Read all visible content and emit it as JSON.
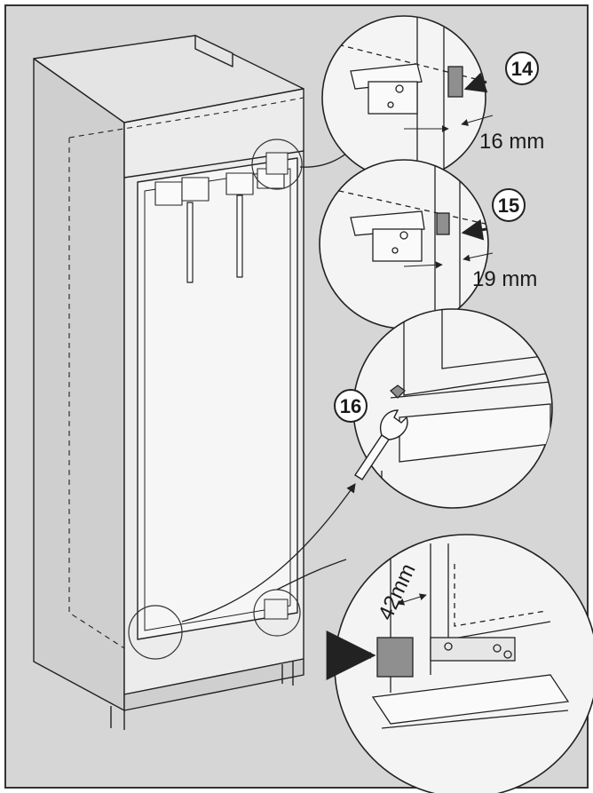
{
  "colors": {
    "background": "#d6d6d6",
    "cabinet_face": "#ececec",
    "cabinet_side": "#cfcfcf",
    "cabinet_top": "#e4e4e4",
    "line": "#222222",
    "detail_fill": "#f4f4f4",
    "hinge_part": "#8f8f8f"
  },
  "steps": [
    {
      "number": "14",
      "measurement": "16 mm"
    },
    {
      "number": "15",
      "measurement": "19 mm"
    },
    {
      "number": "16"
    }
  ],
  "bottom_detail": {
    "measurement": "42mm"
  }
}
